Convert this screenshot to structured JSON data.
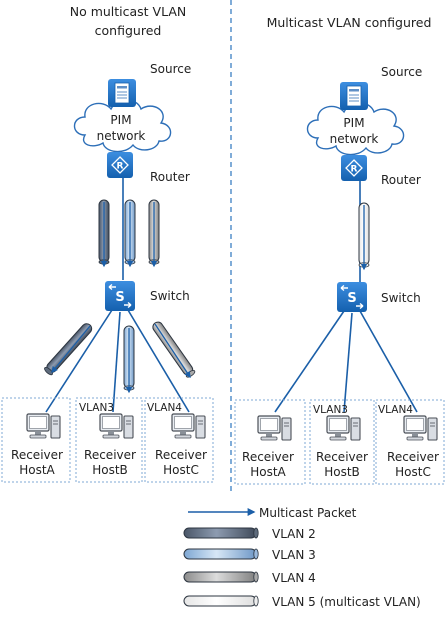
{
  "left_panel": {
    "title_line1": "No multicast VLAN",
    "title_line2": "configured",
    "source_label": "Source",
    "cloud_line1": "PIM",
    "cloud_line2": "network",
    "router_label": "Router",
    "switch_label": "Switch",
    "vlan3_label": "VLAN3",
    "vlan4_label": "VLAN4",
    "hosts": [
      {
        "line1": "Receiver",
        "line2": "HostA"
      },
      {
        "line1": "Receiver",
        "line2": "HostB"
      },
      {
        "line1": "Receiver",
        "line2": "HostC"
      }
    ]
  },
  "right_panel": {
    "title": "Multicast VLAN configured",
    "source_label": "Source",
    "cloud_line1": "PIM",
    "cloud_line2": "network",
    "router_label": "Router",
    "switch_label": "Switch",
    "vlan3_label": "VLAN3",
    "vlan4_label": "VLAN4",
    "hosts": [
      {
        "line1": "Receiver",
        "line2": "HostA"
      },
      {
        "line1": "Receiver",
        "line2": "HostB"
      },
      {
        "line1": "Receiver",
        "line2": "HostC"
      }
    ]
  },
  "legend": {
    "arrow_label": "Multicast Packet",
    "items": [
      {
        "label": "VLAN 2",
        "color": "#6f7f95"
      },
      {
        "label": "VLAN 3",
        "color": "#a9c6e6"
      },
      {
        "label": "VLAN 4",
        "color": "#b6b6b6"
      },
      {
        "label": "VLAN 5 (multicast VLAN)",
        "color": "#ffffff"
      }
    ]
  },
  "colors": {
    "device_blue": "#1f6fbf",
    "link_blue": "#1b5fa8",
    "divider": "#3b7fc4",
    "host_box_border": "#7fa9d4"
  }
}
